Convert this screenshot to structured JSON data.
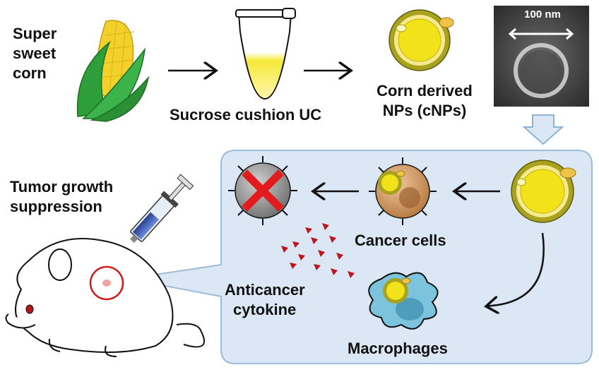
{
  "labels": {
    "corn": [
      "Super",
      "sweet",
      "corn"
    ],
    "uc": "Sucrose cushion UC",
    "cnps": [
      "Corn derived",
      "NPs (cNPs)"
    ],
    "scale": "100 nm",
    "tumor": [
      "Tumor growth",
      "suppression"
    ],
    "cancer": "Cancer cells",
    "cytokine": [
      "Anticancer",
      "cytokine"
    ],
    "macrophages": "Macrophages"
  },
  "colors": {
    "panel_fill": "#dbe7f4",
    "panel_stroke": "#9dbcd8",
    "nanoparticle": "#f2e21a",
    "lipid": "#a8a21e",
    "cancer_cell": "#c98f59",
    "dead_cell": "#8a8a8a",
    "cross": "#e21c1c",
    "cytokine": "#c0141c",
    "macrophage": "#7cc4dd",
    "mouse_eye": "#b4141c"
  }
}
